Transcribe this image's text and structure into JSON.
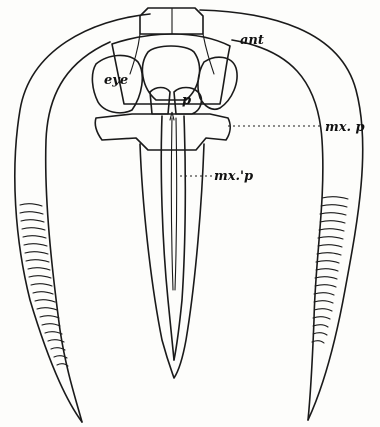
{
  "labels": {
    "ant": "ant",
    "eye": "eye",
    "p": "p",
    "mx_p": "mx. p",
    "mx_prime_p": "mx.'p"
  },
  "colors": {
    "ink": "#1a1a1a",
    "paper": "#fdfdfb"
  }
}
